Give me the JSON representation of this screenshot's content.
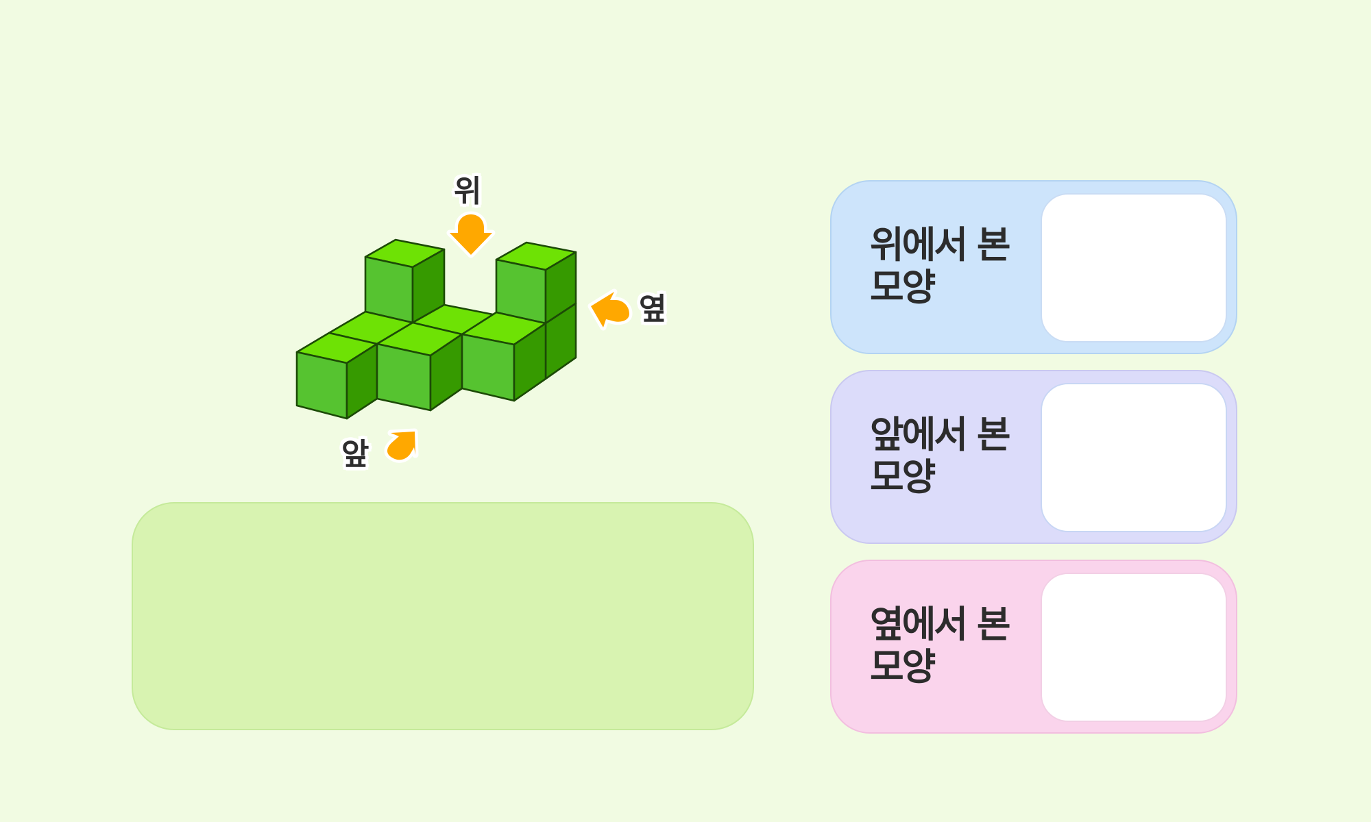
{
  "labels": {
    "top": "위",
    "side": "옆",
    "front": "앞"
  },
  "cards": {
    "top_view": {
      "title": "위에서 본 모양"
    },
    "front_view": {
      "title": "앞에서 본 모양"
    },
    "side_view": {
      "title": "옆에서 본 모양"
    }
  },
  "colors": {
    "background": "#f1fbe2",
    "cube_top": "#6ee205",
    "cube_front": "#56c330",
    "cube_right": "#369a00",
    "cube_edge": "#1c4a06",
    "arrow": "#ffa800",
    "answer_area": "#d8f3b1",
    "top_view_card": "#cde4fb",
    "front_view_card": "#dcdcfa",
    "side_view_card": "#fad4ec"
  },
  "icons": {
    "arrow_top": "arrow-down-icon",
    "arrow_side": "arrow-left-icon",
    "arrow_front": "arrow-up-right-icon"
  }
}
